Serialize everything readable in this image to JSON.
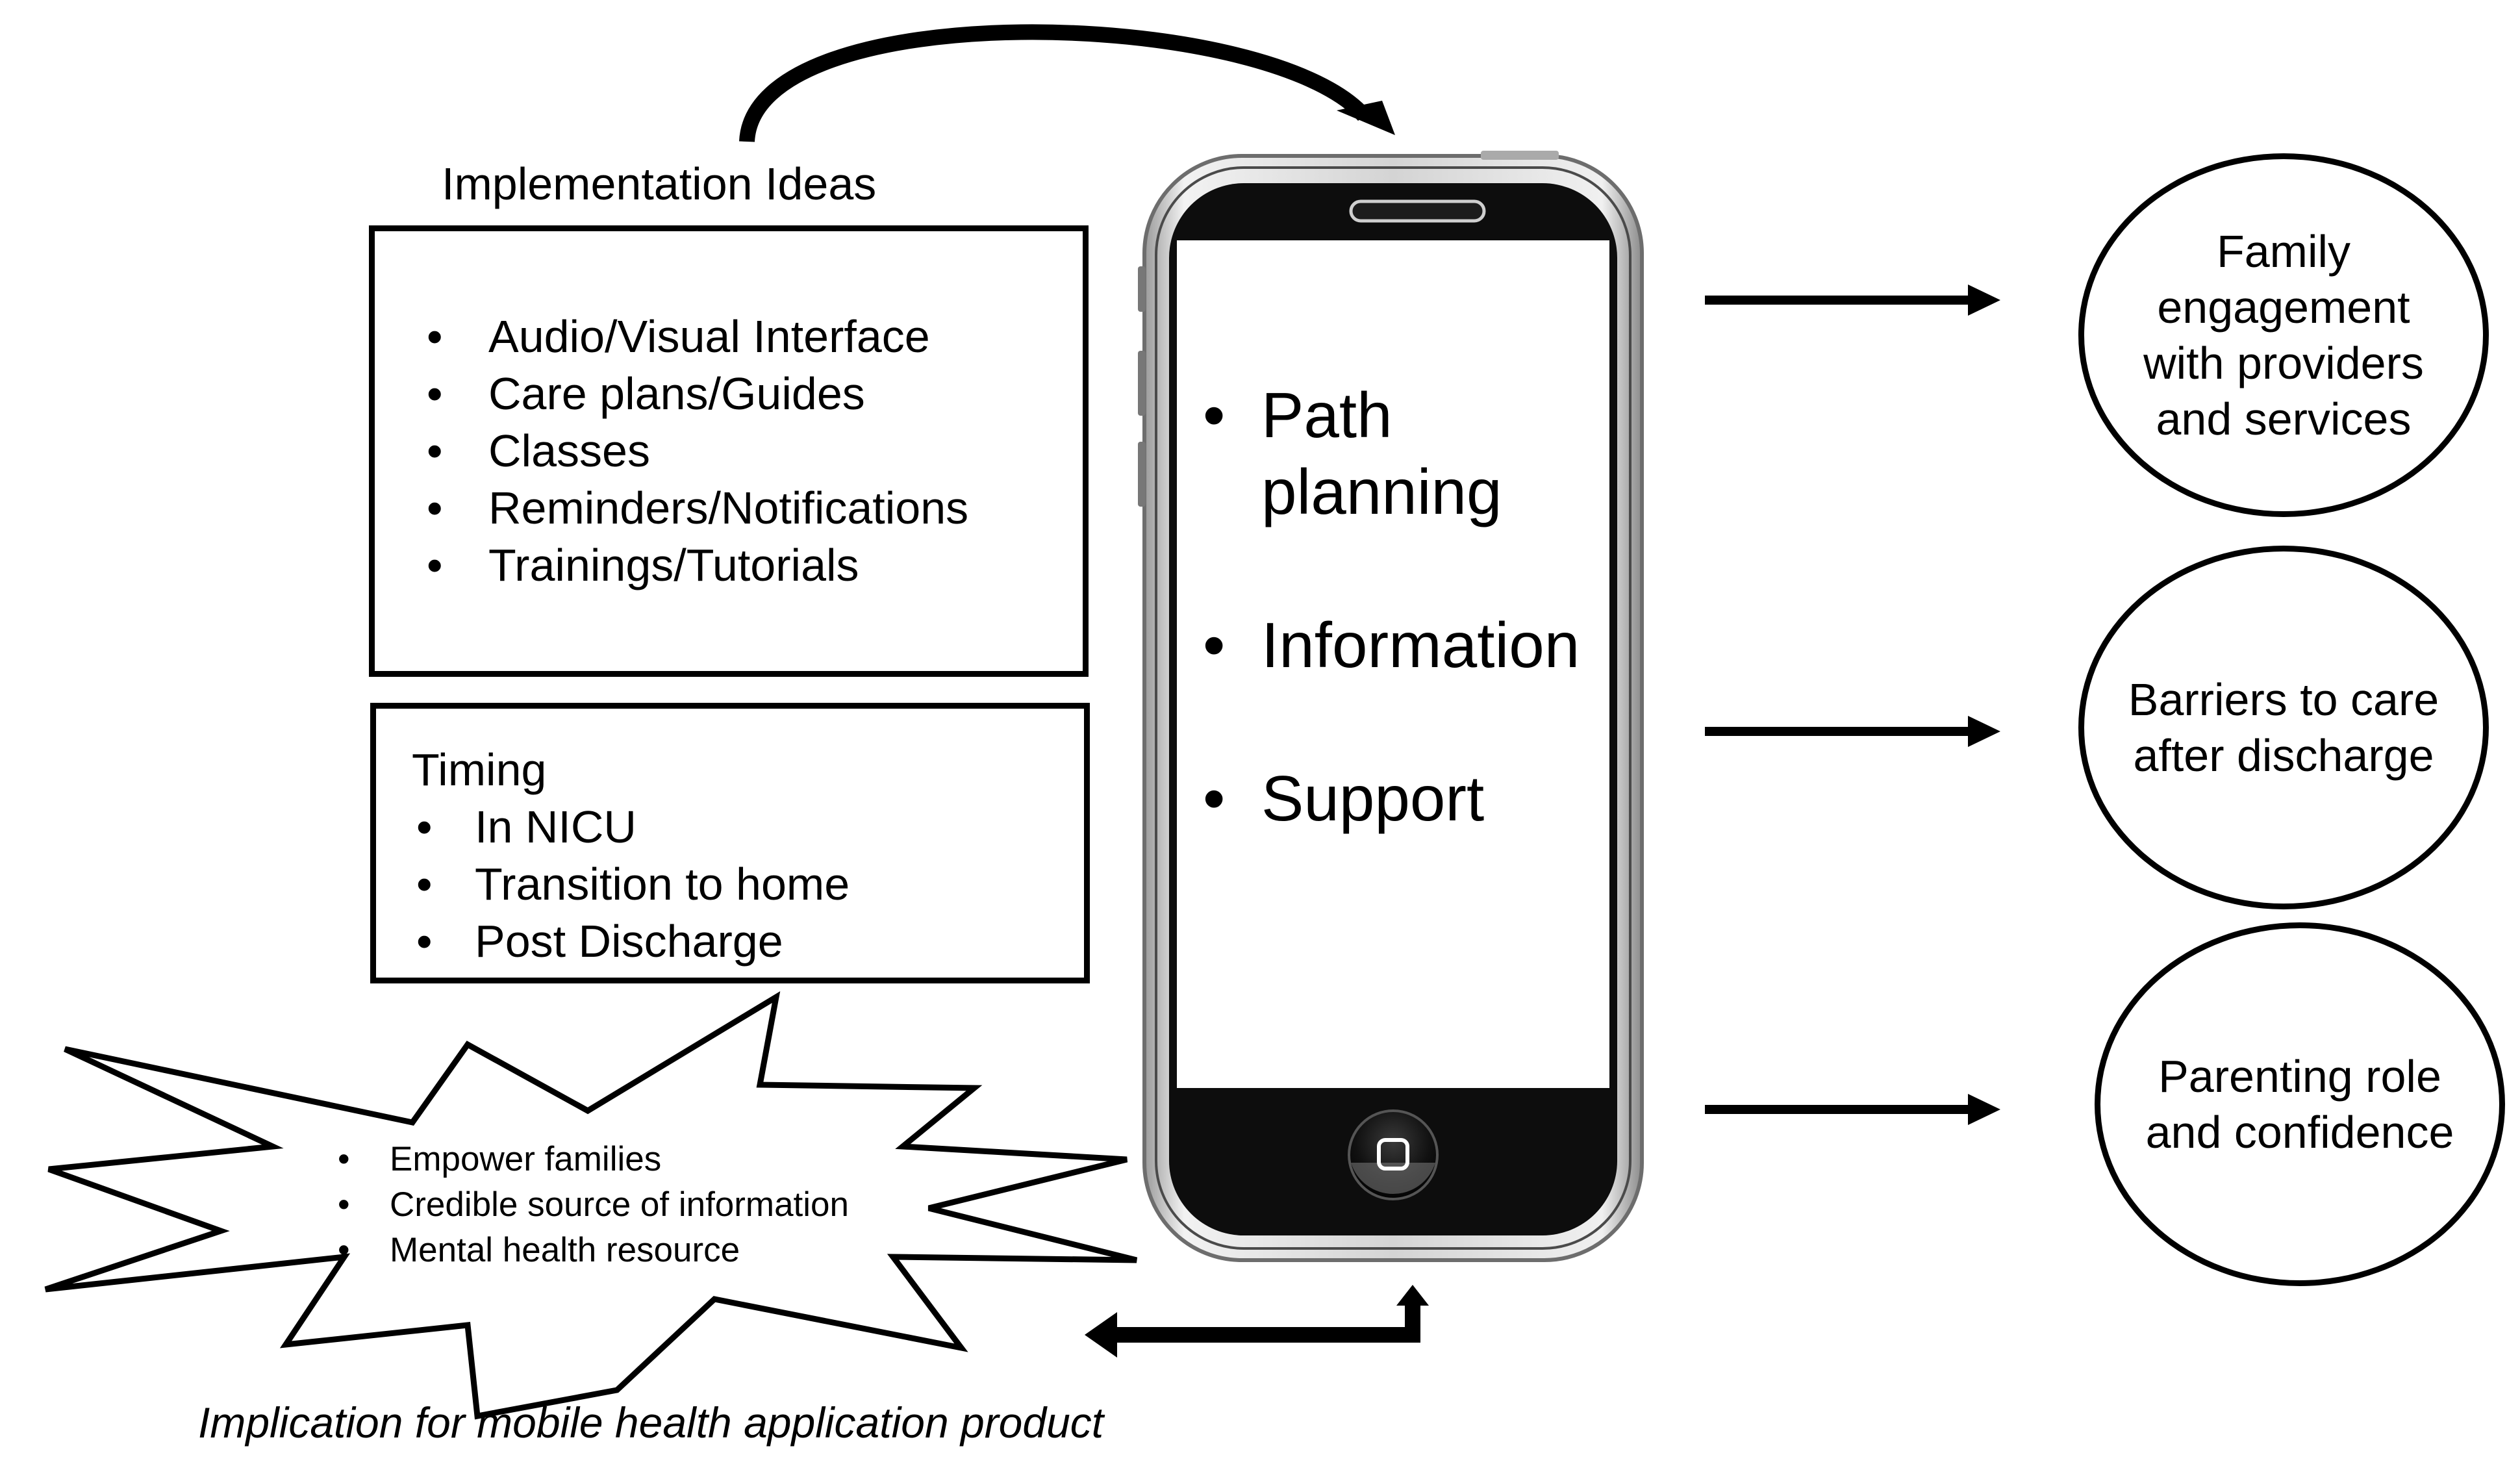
{
  "implementation": {
    "title": "Implementation Ideas",
    "items": [
      "Audio/Visual Interface",
      "Care plans/Guides",
      "Classes",
      "Reminders/Notifications",
      "Trainings/Tutorials"
    ]
  },
  "timing": {
    "title": "Timing",
    "items": [
      "In NICU",
      "Transition to home",
      "Post Discharge"
    ]
  },
  "phone": {
    "items": [
      "Path\nplanning",
      "Information",
      "Support"
    ]
  },
  "outcomes": [
    {
      "label": "Family\nengagement\nwith providers\nand services"
    },
    {
      "label": "Barriers to care\nafter discharge"
    },
    {
      "label": "Parenting role\nand confidence"
    }
  ],
  "implications": {
    "items": [
      "Empower families",
      "Credible source of information",
      "Mental health resource"
    ],
    "caption": "Implication for mobile health application product"
  }
}
